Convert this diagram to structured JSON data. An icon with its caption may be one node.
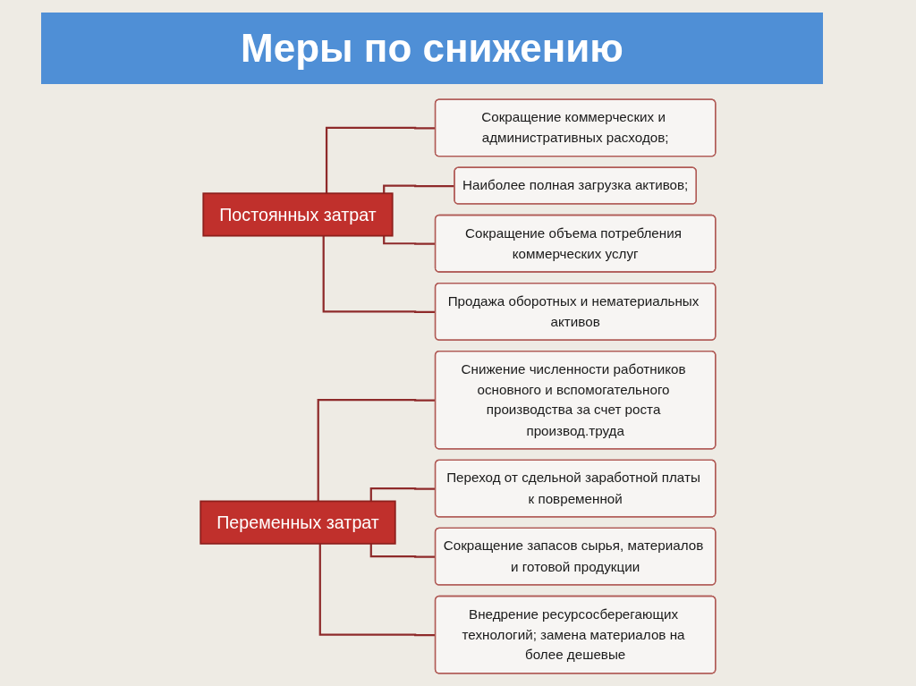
{
  "diagram": {
    "title": "Меры по снижению",
    "nodes": [
      {
        "text": [
          "Постоянных затрат"
        ]
      },
      {
        "text": [
          "Сокращение коммерческих и административных расходов;"
        ]
      },
      {
        "text": [
          "Наиболее полная загрузка активов;"
        ]
      },
      {
        "text": [
          "Сокращение объема потребления коммерческих услуг"
        ]
      },
      {
        "text": [
          "Продажа оборотных и нематериальных активов"
        ]
      },
      {
        "text": [
          "Переменных затрат"
        ]
      },
      {
        "text": [
          "Снижение численности работников основного и вспомогательного производства за счет роста производ.труда"
        ]
      },
      {
        "text": [
          "Переход от сдельной заработной платы к повременной"
        ]
      },
      {
        "text": [
          "Сокращение запасов сырья, материалов и готовой продукции"
        ]
      },
      {
        "text": [
          "Внедрение ресурсосберегающих технологий; замена материалов на более дешевые"
        ]
      }
    ],
    "edges": [
      {
        "from": 0,
        "to": 1,
        "arrow": "none"
      },
      {
        "from": 0,
        "to": 2,
        "arrow": "none"
      },
      {
        "from": 0,
        "to": 3,
        "arrow": "none"
      },
      {
        "from": 0,
        "to": 4,
        "arrow": "none"
      },
      {
        "from": 5,
        "to": 6,
        "arrow": "none"
      },
      {
        "from": 5,
        "to": 7,
        "arrow": "none"
      },
      {
        "from": 5,
        "to": 8,
        "arrow": "none"
      },
      {
        "from": 5,
        "to": 9,
        "arrow": "none"
      }
    ]
  }
}
